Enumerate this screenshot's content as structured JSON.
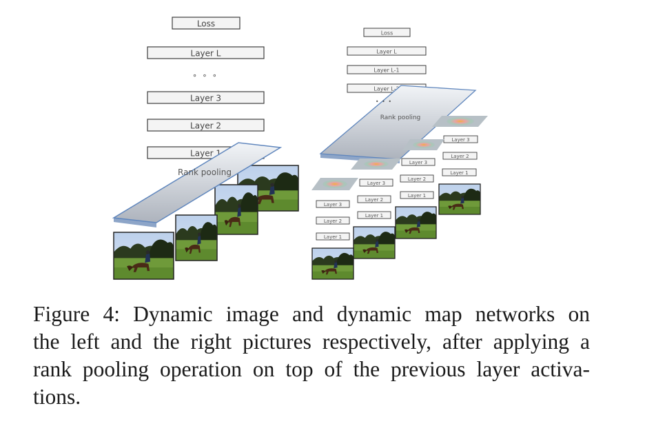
{
  "left_network": {
    "loss_label": "Loss",
    "layer_l_label": "Layer L",
    "ellipsis": "∘ ∘ ∘",
    "layer_3_label": "Layer 3",
    "layer_2_label": "Layer 2",
    "layer_1_label": "Layer 1",
    "rank_pooling_label": "Rank pooling"
  },
  "right_network": {
    "loss_label": "Loss",
    "layer_l_label": "Layer L",
    "layer_l_minus_1_label": "Layer L-1",
    "layer_l_minus_2_label": "Layer L-2",
    "ellipsis": "• • •",
    "rank_pooling_label": "Rank pooling",
    "layer_3_label": "Layer 3",
    "layer_2_label": "Layer 2",
    "layer_1_label": "Layer 1"
  },
  "caption": {
    "line1": "Figure 4: Dynamic image and dynamic map networks on",
    "line2": "the left and the right pictures respectively, after applying a",
    "line3": "rank pooling operation on top of the previous layer activa-",
    "line4": "tions."
  }
}
